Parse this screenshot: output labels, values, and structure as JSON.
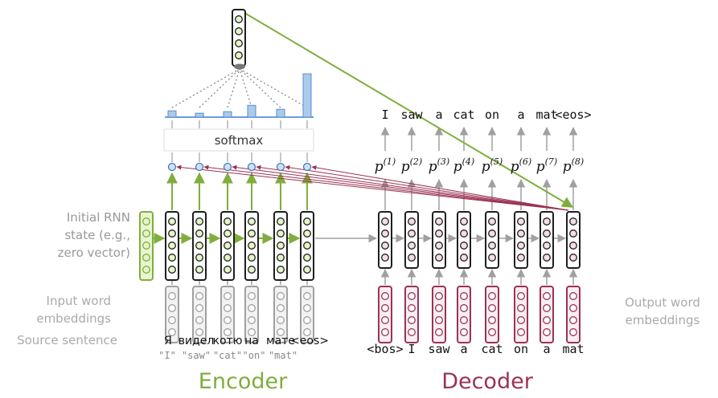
{
  "diagram": {
    "left_notes": {
      "initial_state": [
        "Initial RNN",
        "state (e.g.,",
        "zero vector)"
      ],
      "input_embeddings": [
        "Input word",
        "embeddings"
      ],
      "source_sentence": "Source sentence"
    },
    "right_notes": {
      "output_embeddings": [
        "Output word",
        "embeddings"
      ]
    },
    "softmax_label": "softmax",
    "encoder_label": "Encoder",
    "decoder_label": "Decoder",
    "source_tokens": [
      "Я",
      "видел",
      "котю",
      "на",
      "мате",
      "<eos>"
    ],
    "source_glosses": [
      "\"I\"",
      "\"saw\"",
      "\"cat\"",
      "\"on\"",
      "\"mat\""
    ],
    "decoder_inputs": [
      "<bos>",
      "I",
      "saw",
      "a",
      "cat",
      "on",
      "a",
      "mat"
    ],
    "decoder_outputs": [
      "I",
      "saw",
      "a",
      "cat",
      "on",
      "a",
      "mat",
      "<eos>"
    ],
    "prob_labels": [
      {
        "base": "p",
        "sup": "(1)"
      },
      {
        "base": "p",
        "sup": "(2)"
      },
      {
        "base": "p",
        "sup": "(3)"
      },
      {
        "base": "p",
        "sup": "(4)"
      },
      {
        "base": "p",
        "sup": "(5)"
      },
      {
        "base": "p",
        "sup": "(6)"
      },
      {
        "base": "p",
        "sup": "(7)"
      },
      {
        "base": "p",
        "sup": "(8)"
      }
    ],
    "attention_weights": [
      0.08,
      0.05,
      0.07,
      0.15,
      0.1,
      0.55
    ],
    "colors": {
      "encoder_green": "#7fae3e",
      "encoder_fill": "#e6f4c8",
      "decoder_maroon": "#9b3353",
      "decoder_fill": "#f4dde4",
      "attention_blue": "#aacbea",
      "gray": "#a0a0a0"
    }
  }
}
